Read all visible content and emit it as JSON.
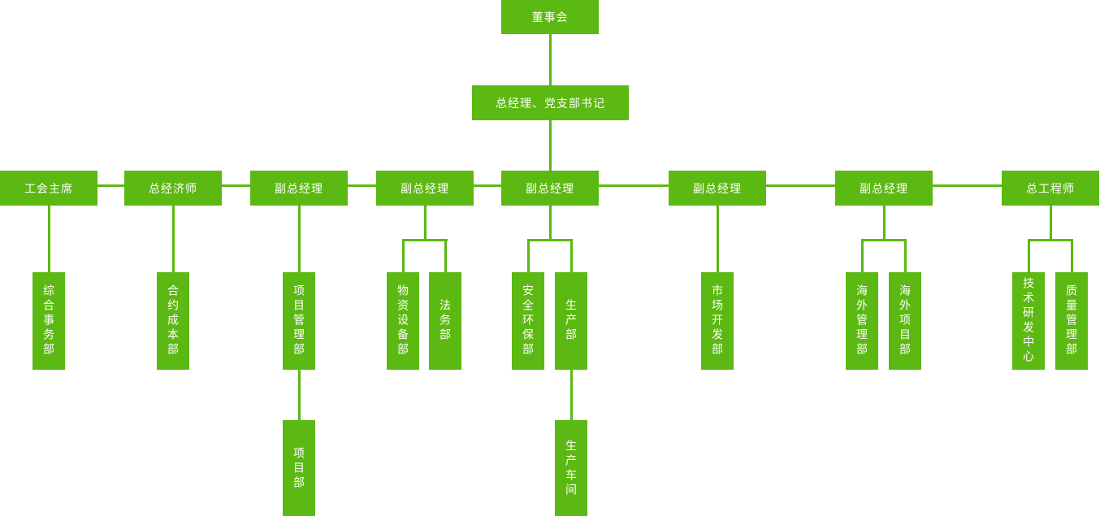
{
  "colors": {
    "node_fill": "#5cb812",
    "node_text": "#ffffff",
    "connector": "#5cb812",
    "background": "#ffffff"
  },
  "org": {
    "root": {
      "label": "董事会"
    },
    "gm": {
      "label": "总经理、党支部书记"
    },
    "executives": [
      {
        "label": "工会主席"
      },
      {
        "label": "总经济师"
      },
      {
        "label": "副总经理"
      },
      {
        "label": "副总经理"
      },
      {
        "label": "副总经理"
      },
      {
        "label": "副总经理"
      },
      {
        "label": "副总经理"
      },
      {
        "label": "总工程师"
      }
    ],
    "departments": [
      {
        "label": "综合事务部"
      },
      {
        "label": "合约成本部"
      },
      {
        "label": "项目管理部"
      },
      {
        "label": "物资设备部"
      },
      {
        "label": "法务部"
      },
      {
        "label": "安全环保部"
      },
      {
        "label": "生产部"
      },
      {
        "label": "市场开发部"
      },
      {
        "label": "海外管理部"
      },
      {
        "label": "海外项目部"
      },
      {
        "label": "技术研发中心"
      },
      {
        "label": "质量管理部"
      }
    ],
    "sub_departments": [
      {
        "label": "项目部"
      },
      {
        "label": "生产车间"
      }
    ]
  }
}
